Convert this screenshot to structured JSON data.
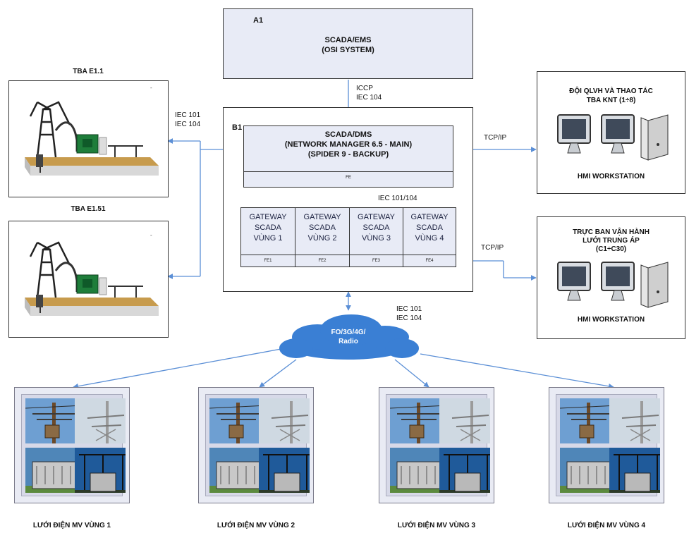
{
  "a1": {
    "tag": "A1",
    "line1": "SCADA/EMS",
    "line2": "(OSI SYSTEM)"
  },
  "iccp": {
    "line1": "ICCP",
    "line2": "IEC 104"
  },
  "b1": {
    "tag": "B1",
    "line1": "SCADA/DMS",
    "line2": "(NETWORK MANAGER 6.5 - MAIN)",
    "line3": "(SPIDER 9 - BACKUP)",
    "fe": "FE"
  },
  "iec_101_104_top": "IEC 101/104",
  "gateways": [
    {
      "line1": "GATEWAY",
      "line2": "SCADA",
      "line3": "VÙNG 1",
      "fe": "FE1"
    },
    {
      "line1": "GATEWAY",
      "line2": "SCADA",
      "line3": "VÙNG 2",
      "fe": "FE2"
    },
    {
      "line1": "GATEWAY",
      "line2": "SCADA",
      "line3": "VÙNG 3",
      "fe": "FE3"
    },
    {
      "line1": "GATEWAY",
      "line2": "SCADA",
      "line3": "VÙNG 4",
      "fe": "FE4"
    }
  ],
  "substations": [
    {
      "title": "TBA E1.1"
    },
    {
      "title": "TBA E1.51"
    }
  ],
  "iec_left": {
    "line1": "IEC 101",
    "line2": "IEC 104"
  },
  "tcp_top": "TCP/IP",
  "tcp_bottom": "TCP/IP",
  "hmi_top": {
    "line1": "ĐỘI QLVH VÀ THAO TÁC",
    "line2": "TBA KNT (1÷8)",
    "footer": "HMI WORKSTATION"
  },
  "hmi_bottom": {
    "line1": "TRỰC BAN VẬN HÀNH",
    "line2": "LƯỚI TRUNG ÁP",
    "line3": "(C1÷C30)",
    "footer": "HMI WORKSTATION"
  },
  "iec_cloud": {
    "line1": "IEC 101",
    "line2": "IEC 104"
  },
  "cloud": {
    "line1": "FO/3G/4G/",
    "line2": "Radio"
  },
  "regions": [
    {
      "label": "LƯỚI ĐIỆN MV VÙNG 1"
    },
    {
      "label": "LƯỚI ĐIỆN MV VÙNG 2"
    },
    {
      "label": "LƯỚI ĐIỆN MV VÙNG 3"
    },
    {
      "label": "LƯỚI ĐIỆN MV VÙNG 4"
    }
  ],
  "colors": {
    "line": "#5b8fd6",
    "box_fill": "#e8ebf6",
    "cloud": "#3a7fd4"
  }
}
